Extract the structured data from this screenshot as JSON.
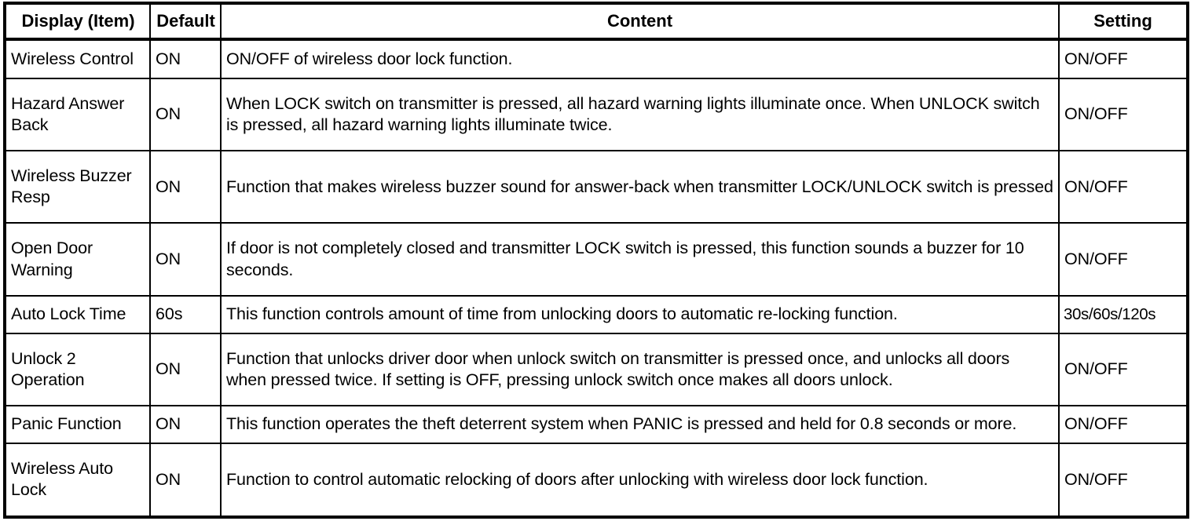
{
  "table": {
    "columns": [
      {
        "key": "item",
        "label": "Display (Item)"
      },
      {
        "key": "default",
        "label": "Default"
      },
      {
        "key": "content",
        "label": "Content"
      },
      {
        "key": "setting",
        "label": "Setting"
      }
    ],
    "rows": [
      {
        "item": "Wireless Control",
        "default": "ON",
        "content": "ON/OFF of wireless door lock function.",
        "setting": "ON/OFF"
      },
      {
        "item": "Hazard Answer Back",
        "default": "ON",
        "content": "When LOCK switch on transmitter is pressed, all hazard warning lights illuminate once. When UNLOCK switch is pressed, all hazard warning lights illuminate twice.",
        "setting": "ON/OFF"
      },
      {
        "item": "Wireless Buzzer Resp",
        "default": "ON",
        "content": "Function that makes wireless buzzer sound for answer-back when transmitter LOCK/UNLOCK switch is pressed",
        "setting": "ON/OFF"
      },
      {
        "item": "Open Door Warning",
        "default": "ON",
        "content": "If door is not completely closed and transmitter LOCK switch is pressed, this function sounds a buzzer for 10 seconds.",
        "setting": "ON/OFF"
      },
      {
        "item": "Auto Lock Time",
        "default": "60s",
        "content": "This function controls amount of time from unlocking doors to automatic re-locking function.",
        "setting": "30s/60s/120s"
      },
      {
        "item": "Unlock 2 Operation",
        "default": "ON",
        "content": "Function that unlocks driver door when unlock switch on transmitter is pressed once, and unlocks all doors when pressed twice. If setting is OFF, pressing unlock switch once makes all doors unlock.",
        "setting": "ON/OFF"
      },
      {
        "item": "Panic Function",
        "default": "ON",
        "content": "This function operates the theft deterrent system when PANIC is pressed and held for 0.8 seconds or more.",
        "setting": "ON/OFF"
      },
      {
        "item": "Wireless Auto Lock",
        "default": "ON",
        "content": "Function to control automatic relocking of doors after unlocking with wireless door lock function.",
        "setting": "ON/OFF"
      }
    ]
  },
  "colors": {
    "border": "#000000",
    "text": "#000000",
    "background": "#ffffff"
  }
}
